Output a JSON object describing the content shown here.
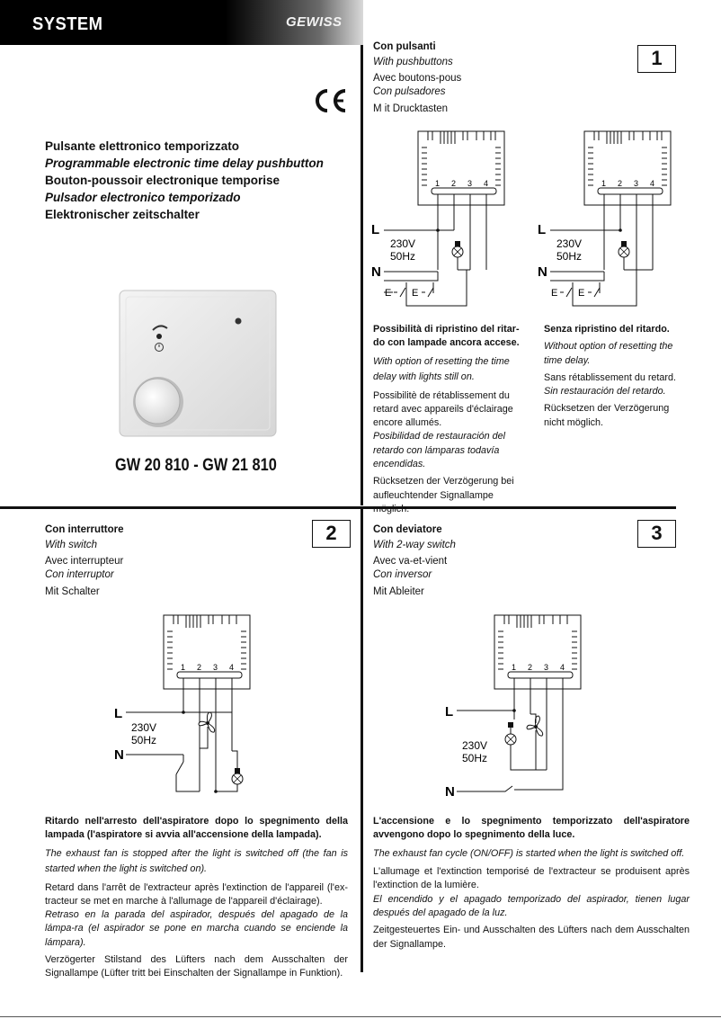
{
  "header": {
    "section": "SYSTEM",
    "brand": "GEWISS"
  },
  "ce_mark": "CE",
  "product": {
    "titles": [
      {
        "text": "Pulsante elettronico temporizzato",
        "italic": false
      },
      {
        "text": "Programmable electronic time delay pushbutton",
        "italic": true
      },
      {
        "text": "Bouton-poussoir electronique temporise",
        "italic": false
      },
      {
        "text": "Pulsador electronico temporizado",
        "italic": true
      },
      {
        "text": "Elektronischer zeitschalter",
        "italic": false
      }
    ],
    "model": "GW 20 810 - GW 21 810"
  },
  "section1": {
    "number": "1",
    "heading": [
      "Con pulsanti",
      "With pushbuttons",
      "Avec boutons-pous",
      "Con pulsadores",
      "M it Drucktasten"
    ],
    "diagram": {
      "terminals": [
        "1",
        "2",
        "3",
        "4"
      ],
      "line": "L",
      "neutral": "N",
      "voltage": "230V",
      "frequency": "50Hz"
    },
    "col_a": {
      "bold": "Possibilità di ripristino del ritar-do con lampade ancora accese.",
      "en": "With option of resetting the time delay with lights still on.",
      "fr": "Possibilitè de rétablissement du retard avec appareils d'éclairage encore allumés.",
      "es": "Posibilidad de restauración del retardo con lámparas todavía encendidas.",
      "de": "Rücksetzen der Verzögerung bei aufleuchtender Signallampe möglich."
    },
    "col_b": {
      "bold": "Senza ripristino del ritardo.",
      "en": "Without option of resetting the time delay.",
      "fr": "Sans rétablissement du retard.",
      "es": "Sin restauración del retardo.",
      "de": "Rücksetzen der Verzögerung nicht möglich."
    }
  },
  "section2": {
    "number": "2",
    "heading": [
      "Con interruttore",
      "With switch",
      "Avec interrupteur",
      "Con interruptor",
      "Mit Schalter"
    ],
    "diagram": {
      "terminals": [
        "1",
        "2",
        "3",
        "4"
      ],
      "line": "L",
      "neutral": "N",
      "voltage": "230V",
      "frequency": "50Hz"
    },
    "body": {
      "bold": "Ritardo nell'arresto dell'aspiratore dopo lo spegnimento della lampada (l'aspiratore si avvia all'accensione della lampada).",
      "en": "The exhaust fan is stopped after the light is switched off (the fan is started when the light is switched on).",
      "fr": "Retard dans l'arrêt de l'extracteur après l'extinction de l'appareil (l'ex-tracteur se met en marche à l'allumage de l'appareil d'éclairage).",
      "es": "Retraso en la parada del aspirador, después del apagado de la lámpa-ra (el aspirador se pone en marcha cuando se enciende la lámpara).",
      "de": "Verzögerter Stilstand des Lüfters nach dem Ausschalten der Signallampe (Lüfter tritt bei Einschalten der Signallampe in Funktion)."
    }
  },
  "section3": {
    "number": "3",
    "heading": [
      "Con deviatore",
      "With 2-way switch",
      "Avec va-et-vient",
      "Con inversor",
      "Mit Ableiter"
    ],
    "diagram": {
      "terminals": [
        "1",
        "2",
        "3",
        "4"
      ],
      "line": "L",
      "neutral": "N",
      "voltage": "230V",
      "frequency": "50Hz"
    },
    "body": {
      "bold": "L'accensione e lo spegnimento temporizzato dell'aspiratore avvengono dopo lo spegnimento della luce.",
      "en": "The exhaust fan cycle (ON/OFF) is started when the light is switched off.",
      "fr": "L'allumage et l'extinction temporisé de l'extracteur se produisent après l'extinction de la lumière.",
      "es": "El encendido y el apagado temporizado del aspirador, tienen lugar después del apagado de la luz.",
      "de": "Zeitgesteuertes Ein- und Ausschalten des Lüfters nach dem Ausschalten der Signallampe."
    }
  }
}
